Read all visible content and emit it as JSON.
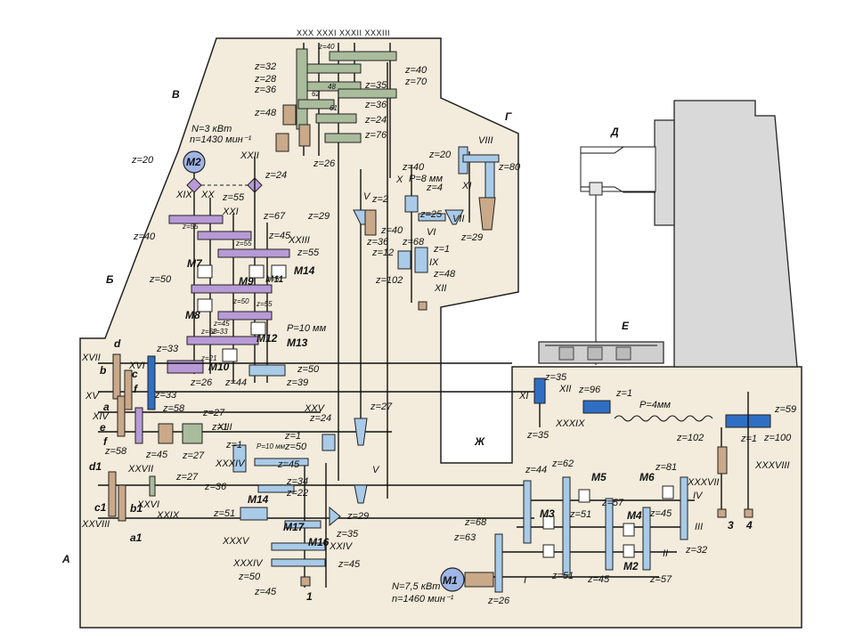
{
  "colors": {
    "body": "#f3ebdb",
    "outline": "#222222",
    "purple_gear": "#b79ad6",
    "gray_gear": "#a9bc9c",
    "tan_gear": "#c9a989",
    "blue_gear": "#2f6fc3",
    "light_blue": "#a9cbe8",
    "motor": "#9fb6e6",
    "machine_gray": "#d9d9d9"
  },
  "header_shafts": "XXX  XXXI XXXII XXXIII",
  "region_letters": {
    "a": "А",
    "b": "Б",
    "v": "В",
    "g": "Г",
    "d": "Д",
    "e": "Е",
    "zh": "Ж"
  },
  "motor_top": {
    "label": "M2",
    "power": "N=3 кВт",
    "speed": "n=1430 мин⁻¹"
  },
  "motor_bottom": {
    "label": "M1",
    "power": "N=7,5 кВт",
    "speed": "n=1460 мин⁻¹"
  },
  "labels": [
    {
      "id": "l1",
      "t": "z=32"
    },
    {
      "id": "l2",
      "t": "z=28"
    },
    {
      "id": "l3",
      "t": "z=36"
    },
    {
      "id": "l4",
      "t": "z=48"
    },
    {
      "id": "l5",
      "t": "z=40"
    },
    {
      "id": "l6",
      "t": "z=70"
    },
    {
      "id": "l7",
      "t": "z=35"
    },
    {
      "id": "l8",
      "t": "z=36"
    },
    {
      "id": "l9",
      "t": "z=24"
    },
    {
      "id": "l10",
      "t": "z=76"
    },
    {
      "id": "l11",
      "t": "z=26"
    },
    {
      "id": "l12",
      "t": "z=20"
    },
    {
      "id": "l13",
      "t": "z=24"
    },
    {
      "id": "l14",
      "t": "z=55"
    },
    {
      "id": "l15",
      "t": "z=67"
    },
    {
      "id": "l16",
      "t": "z=45"
    },
    {
      "id": "l17",
      "t": "z=55"
    },
    {
      "id": "l18",
      "t": "z=40"
    },
    {
      "id": "l19",
      "t": "z=50"
    },
    {
      "id": "l20",
      "t": "z=33"
    },
    {
      "id": "l21",
      "t": "z=33"
    },
    {
      "id": "l22",
      "t": "z=26"
    },
    {
      "id": "l23",
      "t": "z=44"
    },
    {
      "id": "l24",
      "t": "z=39"
    },
    {
      "id": "l25",
      "t": "z=50"
    },
    {
      "id": "l26",
      "t": "P=10 мм"
    },
    {
      "id": "l27",
      "t": "z=29"
    },
    {
      "id": "l28",
      "t": "z=36"
    },
    {
      "id": "l29",
      "t": "z=68"
    },
    {
      "id": "l30",
      "t": "z=12"
    },
    {
      "id": "l31",
      "t": "z=1"
    },
    {
      "id": "l32",
      "t": "z=48"
    },
    {
      "id": "l33",
      "t": "z=102"
    },
    {
      "id": "l34",
      "t": "z=29"
    },
    {
      "id": "l35",
      "t": "z=25"
    },
    {
      "id": "l36",
      "t": "z=4"
    },
    {
      "id": "l37",
      "t": "P=8 мм"
    },
    {
      "id": "l38",
      "t": "z=40"
    },
    {
      "id": "l39",
      "t": "z=20"
    },
    {
      "id": "l40",
      "t": "z=80"
    },
    {
      "id": "l41",
      "t": "z=2"
    },
    {
      "id": "l42",
      "t": "z=35"
    },
    {
      "id": "l43",
      "t": "z=96"
    },
    {
      "id": "l44",
      "t": "z=1"
    },
    {
      "id": "l45",
      "t": "P=4мм"
    },
    {
      "id": "l46",
      "t": "z=59"
    },
    {
      "id": "l47",
      "t": "z=102"
    },
    {
      "id": "l48",
      "t": "z=100"
    },
    {
      "id": "l49",
      "t": "z=35"
    },
    {
      "id": "l50",
      "t": "z=58"
    },
    {
      "id": "l51",
      "t": "z=27"
    },
    {
      "id": "l52",
      "t": "z=58"
    },
    {
      "id": "l53",
      "t": "z=45"
    },
    {
      "id": "l54",
      "t": "z=27"
    },
    {
      "id": "l55",
      "t": "z=1"
    },
    {
      "id": "l56",
      "t": "z=27"
    },
    {
      "id": "l57",
      "t": "z=36"
    },
    {
      "id": "l58",
      "t": "z=24"
    },
    {
      "id": "l59",
      "t": "z=27"
    },
    {
      "id": "l60",
      "t": "z=1"
    },
    {
      "id": "l61",
      "t": "z=50"
    },
    {
      "id": "l62",
      "t": "z=45"
    },
    {
      "id": "l63",
      "t": "z=34"
    },
    {
      "id": "l64",
      "t": "z=22"
    },
    {
      "id": "l65",
      "t": "z=51"
    },
    {
      "id": "l66",
      "t": "z=29"
    },
    {
      "id": "l67",
      "t": "z=35"
    },
    {
      "id": "l68",
      "t": "z=45"
    },
    {
      "id": "l69",
      "t": "z=50"
    },
    {
      "id": "l70",
      "t": "z=45"
    },
    {
      "id": "l71",
      "t": "z=44"
    },
    {
      "id": "l72",
      "t": "z=62"
    },
    {
      "id": "l73",
      "t": "z=81"
    },
    {
      "id": "l74",
      "t": "z=68"
    },
    {
      "id": "l75",
      "t": "z=63"
    },
    {
      "id": "l76",
      "t": "z=57"
    },
    {
      "id": "l77",
      "t": "z=51"
    },
    {
      "id": "l78",
      "t": "z=45"
    },
    {
      "id": "l79",
      "t": "z=32"
    },
    {
      "id": "l80",
      "t": "z=51"
    },
    {
      "id": "l81",
      "t": "z=45"
    },
    {
      "id": "l82",
      "t": "z=57"
    },
    {
      "id": "l83",
      "t": "z=26"
    },
    {
      "id": "l84",
      "t": "P=10 мм"
    },
    {
      "id": "l85",
      "t": "z=1"
    },
    {
      "id": "l86",
      "t": "z=1"
    },
    {
      "id": "l87",
      "t": "z=40"
    }
  ],
  "small_labels": [
    {
      "id": "s1",
      "t": "z=40"
    },
    {
      "id": "s2",
      "t": "62"
    },
    {
      "id": "s3",
      "t": "61"
    },
    {
      "id": "s4",
      "t": "48"
    },
    {
      "id": "s5",
      "t": "z=50"
    },
    {
      "id": "s6",
      "t": "z=55"
    },
    {
      "id": "s7",
      "t": "z=21"
    },
    {
      "id": "s8",
      "t": "z=55"
    },
    {
      "id": "s9",
      "t": "z=51"
    },
    {
      "id": "s10",
      "t": "z=55"
    },
    {
      "id": "s11",
      "t": "z=33"
    },
    {
      "id": "s12",
      "t": "z=62"
    },
    {
      "id": "s13",
      "t": "z=45"
    }
  ],
  "roman": [
    {
      "id": "r1",
      "t": "XIX"
    },
    {
      "id": "r2",
      "t": "XX"
    },
    {
      "id": "r3",
      "t": "XXI"
    },
    {
      "id": "r4",
      "t": "XXII"
    },
    {
      "id": "r5",
      "t": "XXIII"
    },
    {
      "id": "r6",
      "t": "XVII"
    },
    {
      "id": "r7",
      "t": "XVI"
    },
    {
      "id": "r8",
      "t": "XV"
    },
    {
      "id": "r9",
      "t": "XIV"
    },
    {
      "id": "r10",
      "t": "XIII"
    },
    {
      "id": "r11",
      "t": "XXXIV"
    },
    {
      "id": "r12",
      "t": "XXV"
    },
    {
      "id": "r13",
      "t": "XXVII"
    },
    {
      "id": "r14",
      "t": "XXVI"
    },
    {
      "id": "r15",
      "t": "XXIX"
    },
    {
      "id": "r16",
      "t": "XXVIII"
    },
    {
      "id": "r17",
      "t": "XXXV"
    },
    {
      "id": "r18",
      "t": "XXIV"
    },
    {
      "id": "r19",
      "t": "XXXIV"
    },
    {
      "id": "r20",
      "t": "V"
    },
    {
      "id": "r21",
      "t": "VI"
    },
    {
      "id": "r22",
      "t": "VII"
    },
    {
      "id": "r23",
      "t": "VIII"
    },
    {
      "id": "r24",
      "t": "XI"
    },
    {
      "id": "r25",
      "t": "IX"
    },
    {
      "id": "r26",
      "t": "XII"
    },
    {
      "id": "r27",
      "t": "X"
    },
    {
      "id": "r28",
      "t": "V"
    },
    {
      "id": "r29",
      "t": "XII"
    },
    {
      "id": "r30",
      "t": "XI"
    },
    {
      "id": "r31",
      "t": "XXXIX"
    },
    {
      "id": "r32",
      "t": "XXXVIII"
    },
    {
      "id": "r33",
      "t": "XXXVII"
    },
    {
      "id": "r34",
      "t": "IV"
    },
    {
      "id": "r35",
      "t": "III"
    },
    {
      "id": "r36",
      "t": "II"
    },
    {
      "id": "r37",
      "t": "I"
    }
  ],
  "clutches": [
    {
      "id": "m1",
      "t": "M7"
    },
    {
      "id": "m2",
      "t": "M9"
    },
    {
      "id": "m3",
      "t": "M11"
    },
    {
      "id": "m4",
      "t": "M14"
    },
    {
      "id": "m5",
      "t": "M8"
    },
    {
      "id": "m6",
      "t": "M12"
    },
    {
      "id": "m7",
      "t": "M13"
    },
    {
      "id": "m8",
      "t": "M10"
    },
    {
      "id": "m9",
      "t": "M14"
    },
    {
      "id": "m10",
      "t": "M17"
    },
    {
      "id": "m11",
      "t": "M16"
    },
    {
      "id": "m12",
      "t": "M5"
    },
    {
      "id": "m13",
      "t": "M6"
    },
    {
      "id": "m14",
      "t": "M3"
    },
    {
      "id": "m15",
      "t": "M4"
    },
    {
      "id": "m16",
      "t": "M2"
    }
  ],
  "letters": [
    {
      "id": "c1",
      "t": "d"
    },
    {
      "id": "c2",
      "t": "b"
    },
    {
      "id": "c3",
      "t": "c"
    },
    {
      "id": "c4",
      "t": "a"
    },
    {
      "id": "c5",
      "t": "e"
    },
    {
      "id": "c6",
      "t": "f"
    },
    {
      "id": "c7",
      "t": "f"
    },
    {
      "id": "c8",
      "t": "d1"
    },
    {
      "id": "c9",
      "t": "c1"
    },
    {
      "id": "c10",
      "t": "b1"
    },
    {
      "id": "c11",
      "t": "a1"
    },
    {
      "id": "c12",
      "t": "1"
    },
    {
      "id": "c13",
      "t": "3"
    },
    {
      "id": "c14",
      "t": "4"
    }
  ]
}
